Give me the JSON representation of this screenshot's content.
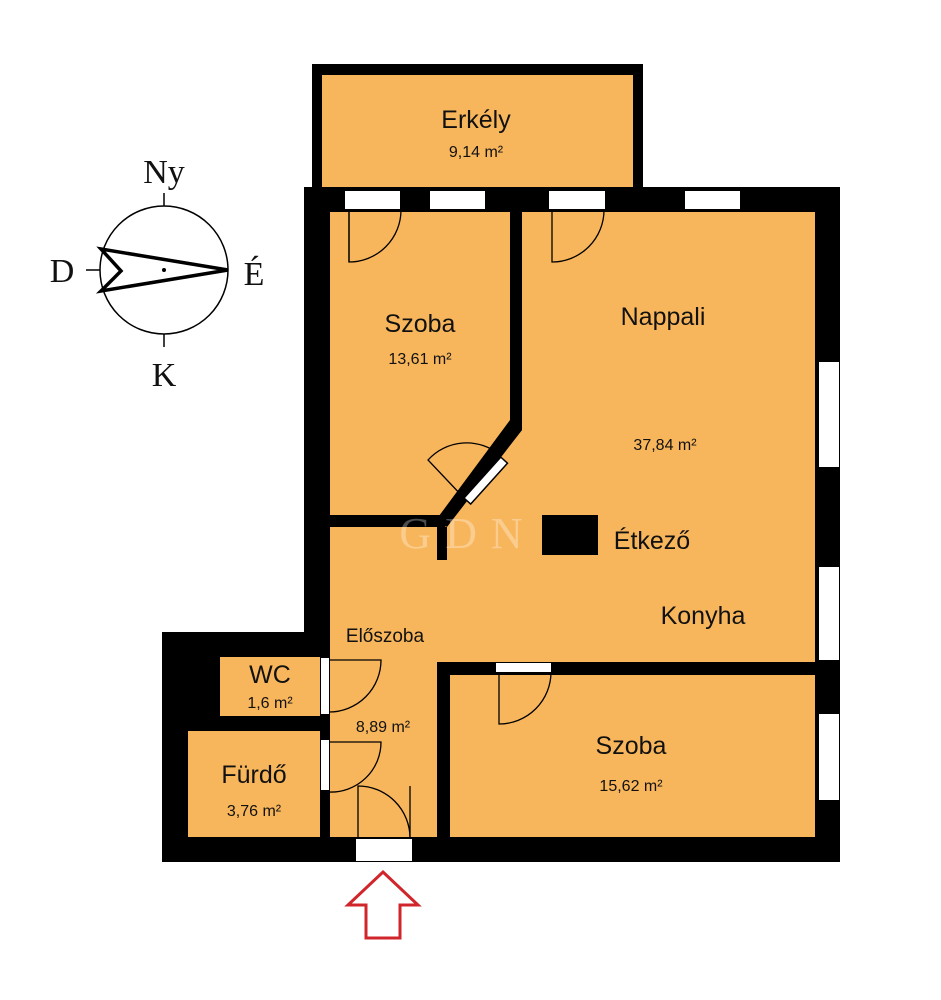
{
  "compass": {
    "north": "É",
    "south": "D",
    "west": "Ny",
    "east": "K"
  },
  "rooms": [
    {
      "name": "Erkély",
      "area": "9,14 m²"
    },
    {
      "name": "Szoba",
      "area": "13,61 m²"
    },
    {
      "name": "Nappali",
      "area": "37,84 m²"
    },
    {
      "name": "Étkező"
    },
    {
      "name": "Konyha"
    },
    {
      "name": "Előszoba",
      "area": "8,89 m²"
    },
    {
      "name": "WC",
      "area": "1,6 m²"
    },
    {
      "name": "Fürdő",
      "area": "3,76 m²"
    },
    {
      "name": "Szoba",
      "area": "15,62 m²"
    }
  ],
  "watermark": "GDN",
  "colors": {
    "floor": "#F8B65C",
    "wall": "#000000",
    "window": "#FFFFFF",
    "entrance_arrow": "#D0262B"
  }
}
